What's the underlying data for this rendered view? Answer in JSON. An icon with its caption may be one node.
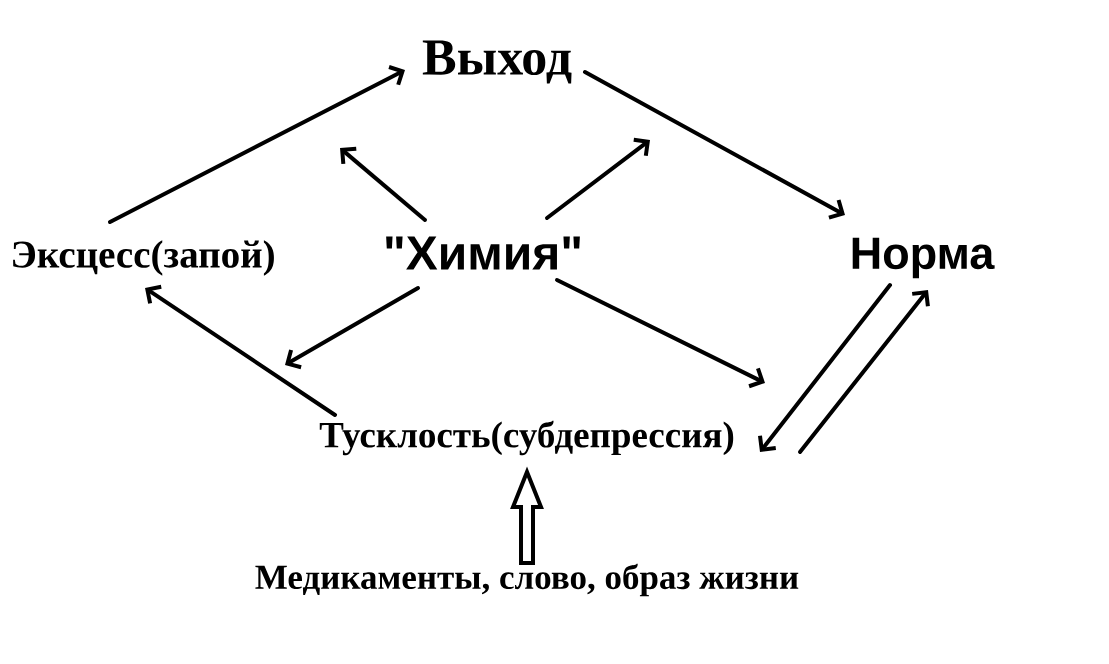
{
  "diagram": {
    "nodes": [
      {
        "text": [
          "Выход"
        ]
      },
      {
        "text": [
          "Эксцесс(запой)"
        ]
      },
      {
        "text": [
          "\"Химия\""
        ]
      },
      {
        "text": [
          "Норма"
        ]
      },
      {
        "text": [
          "Тусклость(субдепрессия)"
        ]
      },
      {
        "text": [
          "Медикаменты, слово, образ жизни"
        ]
      }
    ],
    "edges": [
      {
        "from": 1,
        "to": 0,
        "arrow": "to"
      },
      {
        "from": 0,
        "to": 3,
        "arrow": "to"
      },
      {
        "from": 2,
        "to": null,
        "arrow": "to"
      },
      {
        "from": 2,
        "to": null,
        "arrow": "to"
      },
      {
        "from": 2,
        "to": null,
        "arrow": "to"
      },
      {
        "from": 2,
        "to": null,
        "arrow": "to"
      },
      {
        "from": 4,
        "to": 1,
        "arrow": "to"
      },
      {
        "from": 3,
        "to": 4,
        "arrow": "to"
      },
      {
        "from": 4,
        "to": 3,
        "arrow": "to"
      },
      {
        "from": 5,
        "to": 4,
        "arrow": "to",
        "style": "thick"
      }
    ]
  }
}
